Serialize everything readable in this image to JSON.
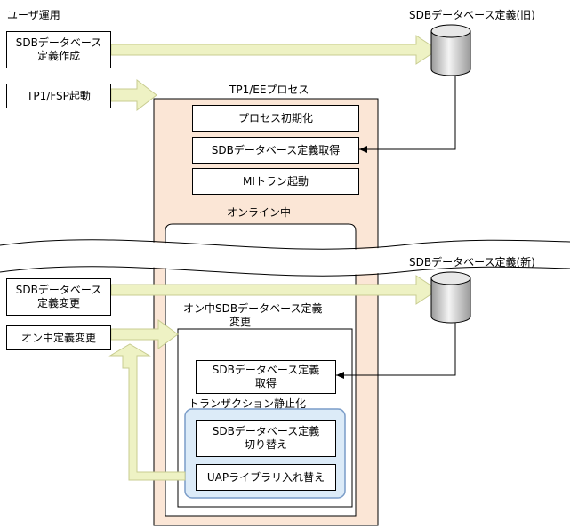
{
  "user_ops_label": "ユーザ運用",
  "sdb_def_create": [
    "SDBデータベース",
    "定義作成"
  ],
  "db_old_label": "SDBデータベース定義(旧)",
  "tp1_fsp_start": "TP1/FSP起動",
  "tp1_ee_process": "TP1/EEプロセス",
  "process_init": "プロセス初期化",
  "sdb_def_get": "SDBデータベース定義取得",
  "mi_tran_start": "MIトラン起動",
  "online_label": "オンライン中",
  "sdb_def_change": [
    "SDBデータベース",
    "定義変更"
  ],
  "db_new_label": "SDBデータベース定義(新)",
  "online_def_change": "オン中定義変更",
  "online_sdb_def_change": [
    "オン中SDBデータベース定義",
    "変更"
  ],
  "sdb_def_get2": [
    "SDBデータベース定義",
    "取得"
  ],
  "tx_quiesce": "トランザクション静止化",
  "sdb_def_switch": [
    "SDBデータベース定義",
    "切り替え"
  ],
  "uap_lib_replace": "UAPライブラリ入れ替え",
  "colors": {
    "process_fill": "#fbe6d6",
    "arrow_fill": "#eef2c4",
    "arrow_stroke": "#c8cc90",
    "quiesce_fill": "#dcebf8",
    "quiesce_stroke": "#7a9cc8",
    "db_light": "#f4f4f4",
    "db_dark": "#9a9a9a"
  }
}
